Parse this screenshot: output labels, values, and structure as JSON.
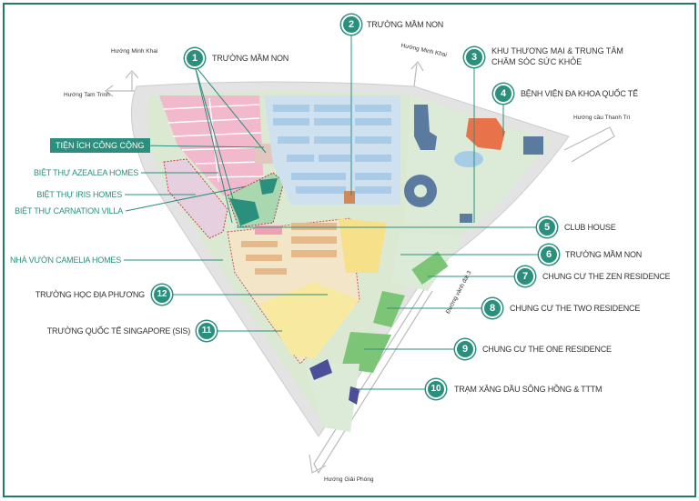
{
  "roads": {
    "minh_khai_left": "Hướng Minh Khai",
    "tam_trinh": "Hướng Tam Trinh",
    "minh_khai_right": "Hướng Minh Khai",
    "thanh_tri": "Hướng cầu Thanh Trì",
    "vanh_dai_3": "Đường vành đai 3",
    "giai_phong": "Hướng Giải Phóng"
  },
  "left_labels": {
    "public_utilities": "TIỆN ÍCH CÔNG CỘNG",
    "azealea": "BIỆT THỰ AZEALEA HOMES",
    "iris": "BIỆT THỰ IRIS HOMES",
    "carnation": "BIỆT THỰ CARNATION VILLA",
    "camelia": "NHÀ VƯỜN CAMELIA HOMES"
  },
  "markers": [
    {
      "num": "1",
      "label": "TRƯỜNG MẦM NON"
    },
    {
      "num": "2",
      "label": "TRƯỜNG MẦM NON"
    },
    {
      "num": "3",
      "label_line1": "KHU THƯƠNG MẠI & TRUNG TÂM",
      "label_line2": "CHĂM SÓC SỨC KHỎE"
    },
    {
      "num": "4",
      "label": "BỆNH VIỆN ĐA KHOA QUỐC TẾ"
    },
    {
      "num": "5",
      "label": "CLUB HOUSE"
    },
    {
      "num": "6",
      "label": "TRƯỜNG MẦM NON"
    },
    {
      "num": "7",
      "label": "CHUNG CƯ THE ZEN RESIDENCE"
    },
    {
      "num": "8",
      "label": "CHUNG CƯ THE TWO RESIDENCE"
    },
    {
      "num": "9",
      "label": "CHUNG CƯ THE ONE RESIDENCE"
    },
    {
      "num": "10",
      "label": "TRẠM XĂNG DẦU SÔNG HỒNG & TTTM"
    },
    {
      "num": "11",
      "label": "TRƯỜNG QUỐC TẾ SINGAPORE (SIS)"
    },
    {
      "num": "12",
      "label": "TRƯỜNG HỌC ĐỊA PHƯƠNG"
    }
  ],
  "colors": {
    "accent": "#2b8f7d",
    "frame": "#237a68",
    "villa_pink": "#f2b8cc",
    "villa_blue": "#a9cbe8",
    "school_yellow": "#f7eaa0",
    "green": "#7cc576",
    "hospital": "#e8734a",
    "building_blue": "#5b7a9f"
  }
}
